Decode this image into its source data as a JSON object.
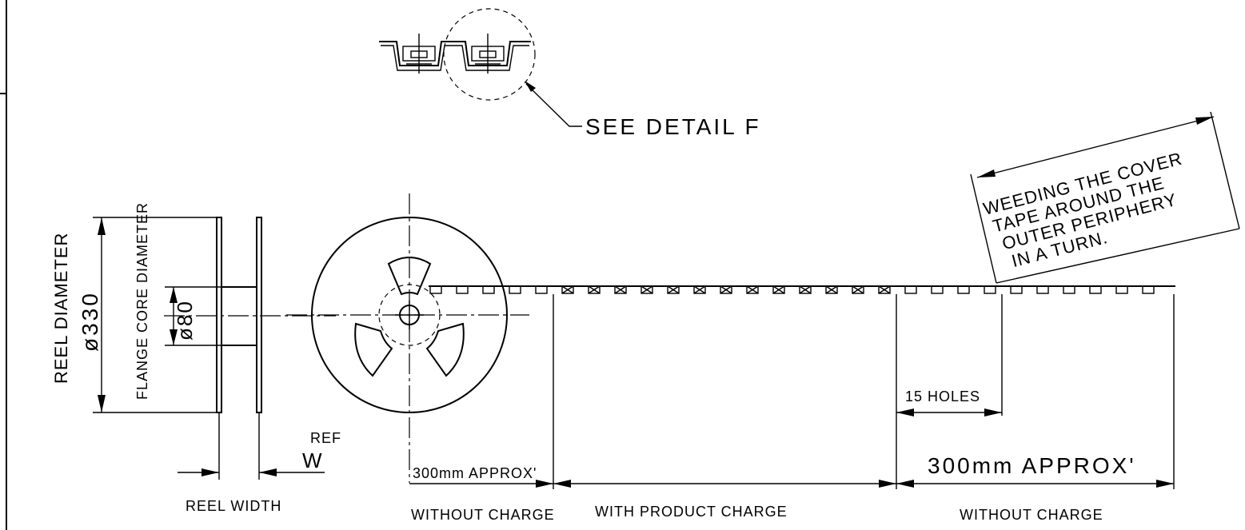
{
  "labels": {
    "see_detail": "SEE DETAIL F",
    "weeding_line1": "WEEDING THE COVER",
    "weeding_line2": "TAPE AROUND THE",
    "weeding_line3": "OUTER PERIPHERY",
    "weeding_line4": "IN A TURN.",
    "reel_diameter_label": "REEL DIAMETER",
    "reel_diameter_value": "ø330",
    "flange_core_label": "FLANGE CORE DIAMETER",
    "flange_core_value": "ø80",
    "ref": "REF",
    "w": "W",
    "reel_width": "REEL WIDTH",
    "approx_left": "300mm APPROX'",
    "approx_right": "300mm APPROX'",
    "holes": "15 HOLES",
    "without_charge_left": "WITHOUT CHARGE",
    "with_product_charge": "WITH PRODUCT CHARGE",
    "without_charge_right": "WITHOUT CHARGE"
  }
}
